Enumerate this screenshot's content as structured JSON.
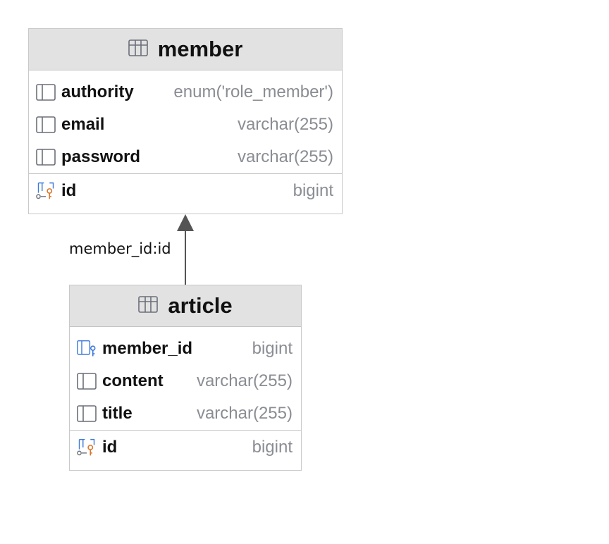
{
  "tables": {
    "member": {
      "title": "member",
      "columns": [
        {
          "name": "authority",
          "type": "enum('role_member')",
          "icon": "column-icon"
        },
        {
          "name": "email",
          "type": "varchar(255)",
          "icon": "column-icon"
        },
        {
          "name": "password",
          "type": "varchar(255)",
          "icon": "column-icon"
        }
      ],
      "primary_key": {
        "name": "id",
        "type": "bigint",
        "icon": "primary-key-icon"
      }
    },
    "article": {
      "title": "article",
      "columns": [
        {
          "name": "member_id",
          "type": "bigint",
          "icon": "foreign-key-icon"
        },
        {
          "name": "content",
          "type": "varchar(255)",
          "icon": "column-icon"
        },
        {
          "name": "title",
          "type": "varchar(255)",
          "icon": "column-icon"
        }
      ],
      "primary_key": {
        "name": "id",
        "type": "bigint",
        "icon": "primary-key-icon"
      }
    }
  },
  "relation": {
    "label": "member_id:id",
    "from": "article",
    "to": "member"
  },
  "colors": {
    "header_bg": "#e2e2e2",
    "border": "#c9c9c9",
    "type_text": "#8a8d93",
    "arrow": "#555555",
    "key_orange": "#d9772b",
    "key_blue": "#3c78d8"
  }
}
